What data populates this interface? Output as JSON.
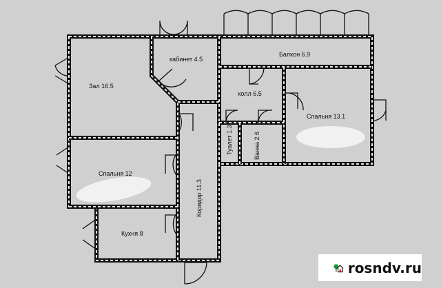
{
  "rooms": {
    "zal": "Зал 16.5",
    "kabinet": "кабинет 4.5",
    "balkon": "Балкон 6.9",
    "holl": "холл 6.5",
    "spalnya1": "Спальня 13.1",
    "tualet": "Туалет 1.3",
    "vanna": "Ванна 2.6",
    "koridor": "Коридор 11.3",
    "spalnya2": "Спальня 12",
    "kuhnya": "Кухня 8"
  },
  "logo": {
    "text": "rosndv.ru",
    "icon": "house-tree-icon",
    "tree_color": "#1a9a3a",
    "door_color": "#e02020"
  },
  "colors": {
    "background": "#d0d0d0",
    "walls": "#111111"
  }
}
